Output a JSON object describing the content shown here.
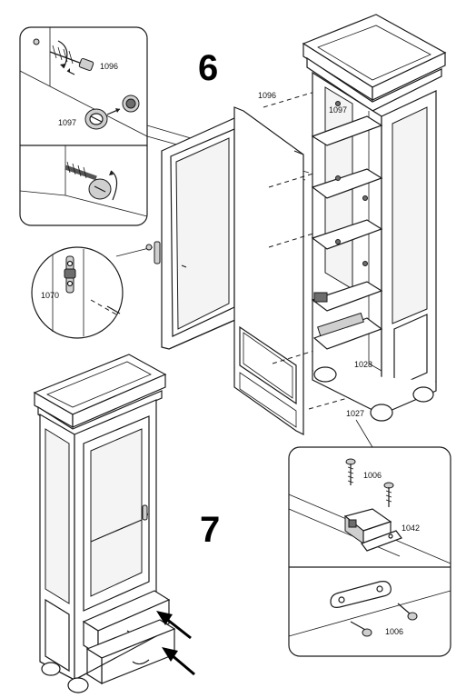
{
  "steps": {
    "step6": "6",
    "step7": "7"
  },
  "parts": {
    "p1096_inset": "1096",
    "p1097_inset": "1097",
    "p1096_main": "1096",
    "p1097_main": "1097",
    "p1070": "1070",
    "p1028": "1028",
    "p1027": "1027",
    "p1006_a": "1006",
    "p1042": "1042",
    "p1006_b": "1006"
  }
}
